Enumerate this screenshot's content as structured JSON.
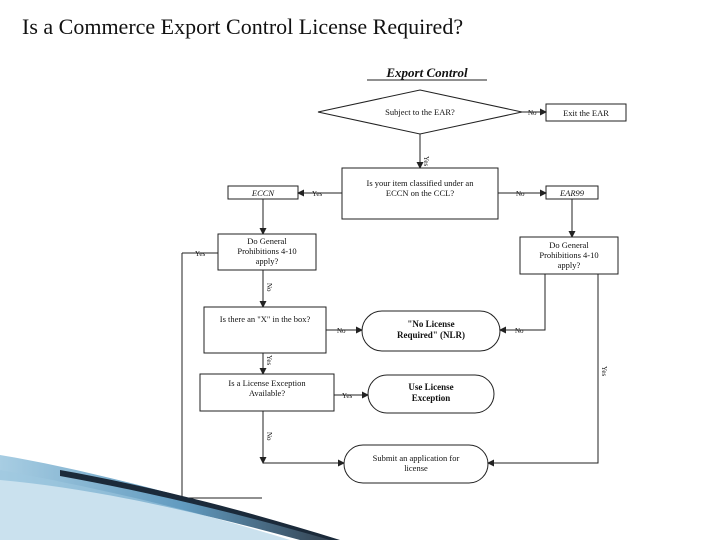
{
  "slide": {
    "title": "Is a Commerce Export Control License Required?"
  },
  "flowchart": {
    "heading": "Export Control",
    "nodes": {
      "subject_to_ear": "Subject to the EAR?",
      "exit_ear": "Exit the EAR",
      "classified_q": [
        "Is your item classified under an",
        "ECCN on the CCL?"
      ],
      "eccn": "ECCN",
      "ear99": "EAR99",
      "gp_left": [
        "Do General",
        "Prohibitions 4-10",
        "apply?"
      ],
      "gp_right": [
        "Do General",
        "Prohibitions 4-10",
        "apply?"
      ],
      "x_in_box": "Is there an \"X\" in the box?",
      "nlr": [
        "\"No License",
        "Required\" (NLR)"
      ],
      "exception_q": [
        "Is a License Exception",
        "Available?"
      ],
      "use_exception": [
        "Use License",
        "Exception"
      ],
      "submit": [
        "Submit an application for",
        "license"
      ]
    },
    "edge_labels": {
      "no": "No",
      "yes": "Yes"
    }
  },
  "decoration": {
    "swoosh_dark": "#1b2a3a",
    "swoosh_light": "#9ec8e0",
    "swoosh_mid": "#4f8fb8"
  }
}
